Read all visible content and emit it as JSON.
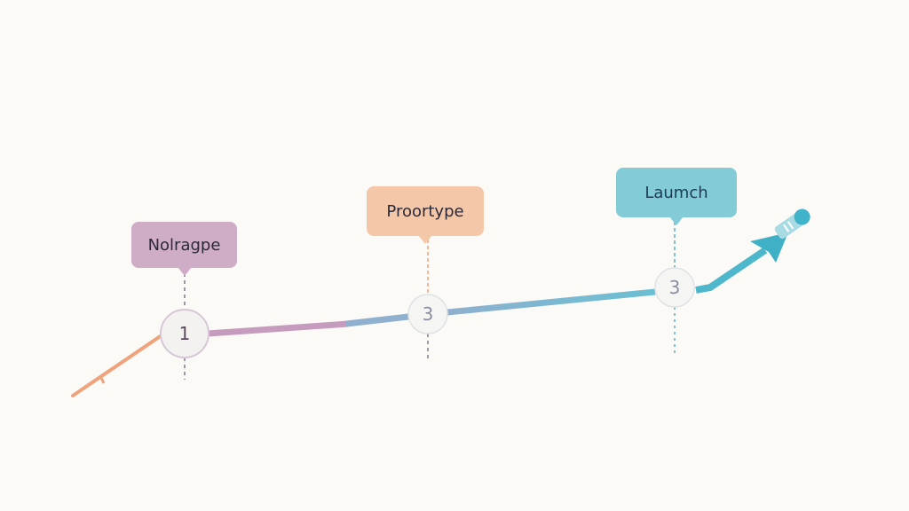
{
  "milestones": [
    {
      "label": "Nolragpe",
      "number": "1",
      "color": "#cfadc7"
    },
    {
      "label": "Proortype",
      "number": "3",
      "color": "#f4c7a9"
    },
    {
      "label": "Laumch",
      "number": "3",
      "color": "#84cbd8"
    }
  ],
  "colors": {
    "background": "#fbfaf6",
    "start_line": "#f0a27c",
    "segment1": "#c59cbd",
    "segment2": "#8fb0cf",
    "segment3": "#5fbcd0",
    "arrow": "#4fb7cc"
  }
}
